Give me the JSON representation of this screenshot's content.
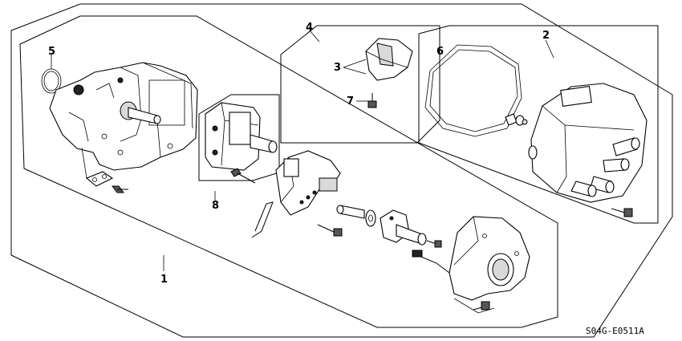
{
  "diagram": {
    "callouts": [
      {
        "id": "1",
        "label": "1"
      },
      {
        "id": "2",
        "label": "2"
      },
      {
        "id": "3",
        "label": "3"
      },
      {
        "id": "4",
        "label": "4"
      },
      {
        "id": "5",
        "label": "5"
      },
      {
        "id": "6",
        "label": "6"
      },
      {
        "id": "7",
        "label": "7"
      },
      {
        "id": "8",
        "label": "8"
      }
    ],
    "diagram_code": "S04G-E0511A"
  }
}
